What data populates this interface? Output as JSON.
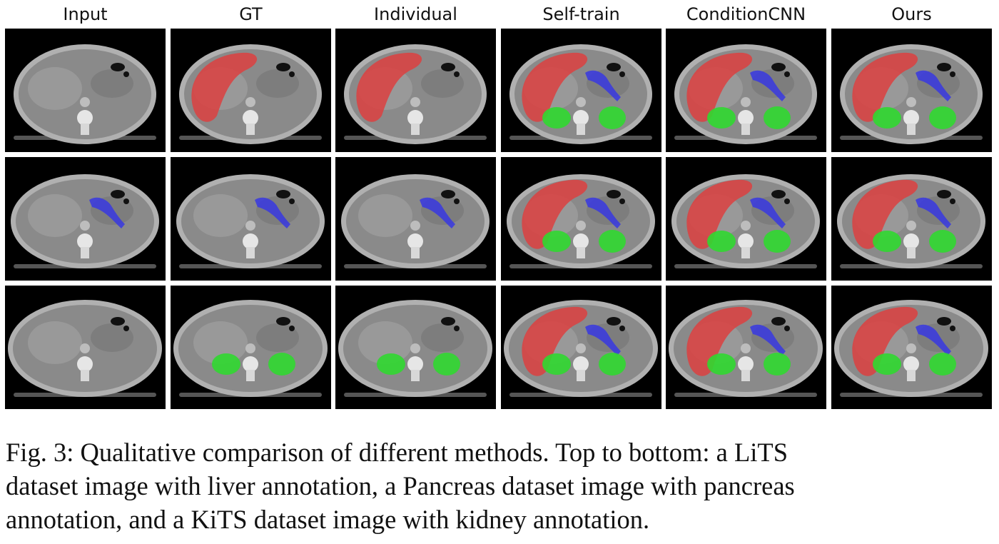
{
  "columns": [
    "Input",
    "GT",
    "Individual",
    "Self-train",
    "ConditionCNN",
    "Ours"
  ],
  "rows": [
    {
      "name": "lits",
      "panels": [
        {
          "liver": false,
          "pancreas": false,
          "kidney": false
        },
        {
          "liver": true,
          "pancreas": false,
          "kidney": false
        },
        {
          "liver": true,
          "pancreas": false,
          "kidney": false
        },
        {
          "liver": true,
          "pancreas": true,
          "kidney": true
        },
        {
          "liver": true,
          "pancreas": true,
          "kidney": true
        },
        {
          "liver": true,
          "pancreas": true,
          "kidney": true
        }
      ]
    },
    {
      "name": "pancreas",
      "panels": [
        {
          "liver": false,
          "pancreas": true,
          "kidney": false
        },
        {
          "liver": false,
          "pancreas": true,
          "kidney": false
        },
        {
          "liver": false,
          "pancreas": true,
          "kidney": false
        },
        {
          "liver": true,
          "pancreas": true,
          "kidney": true
        },
        {
          "liver": true,
          "pancreas": true,
          "kidney": true
        },
        {
          "liver": true,
          "pancreas": true,
          "kidney": true
        }
      ]
    },
    {
      "name": "kits",
      "panels": [
        {
          "liver": false,
          "pancreas": false,
          "kidney": false
        },
        {
          "liver": false,
          "pancreas": false,
          "kidney": true
        },
        {
          "liver": false,
          "pancreas": false,
          "kidney": true
        },
        {
          "liver": true,
          "pancreas": true,
          "kidney": true
        },
        {
          "liver": true,
          "pancreas": true,
          "kidney": true
        },
        {
          "liver": true,
          "pancreas": true,
          "kidney": true
        }
      ]
    }
  ],
  "colors": {
    "liver": "#dc4040",
    "pancreas": "#3c3cdc",
    "kidney": "#30d830",
    "background": "#000000",
    "body": "#8a8a8a"
  },
  "caption": {
    "line1": "Fig. 3: Qualitative comparison of different methods. Top to bottom: a LiTS",
    "line2": "dataset image with liver annotation, a Pancreas dataset image with pancreas",
    "line3": "annotation, and a KiTS dataset image with kidney annotation."
  }
}
